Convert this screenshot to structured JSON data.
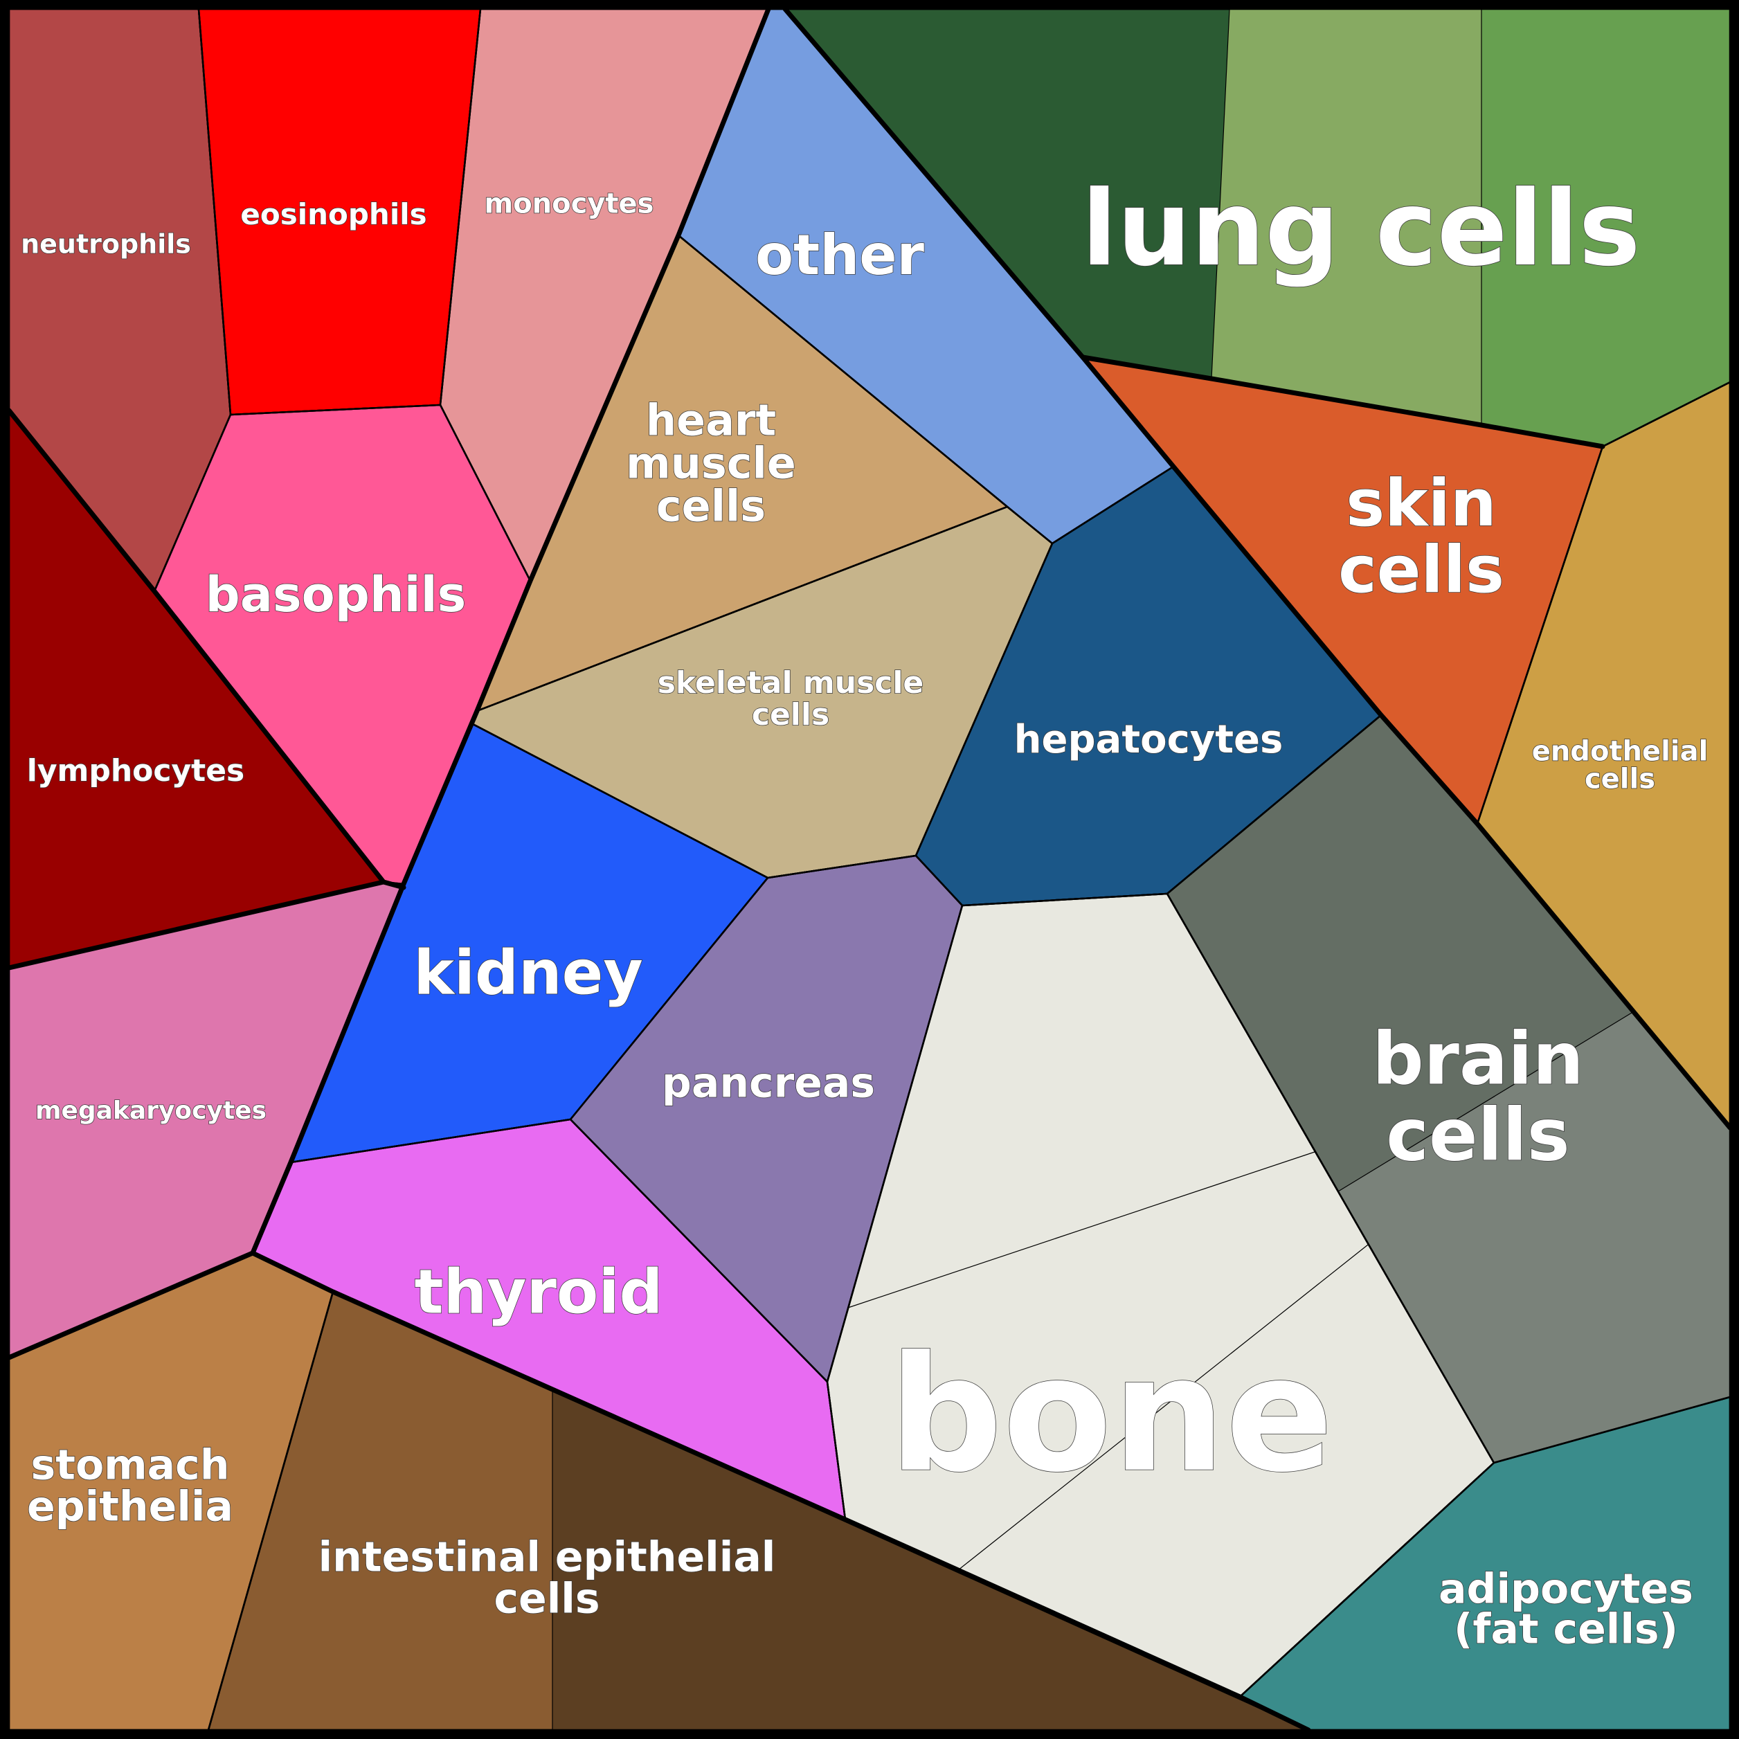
{
  "title": "Human cell types by count (Voronoi treemap)",
  "colors": {
    "border": "#000000",
    "text": "#ffffff"
  },
  "regions": [
    {
      "id": "neutrophils",
      "label": [
        "neutrophils"
      ],
      "color": "#b34747",
      "group": "blood"
    },
    {
      "id": "eosinophils",
      "label": [
        "eosinophils"
      ],
      "color": "#ff0000",
      "group": "blood"
    },
    {
      "id": "monocytes",
      "label": [
        "monocytes"
      ],
      "color": "#e69598",
      "group": "blood"
    },
    {
      "id": "basophils",
      "label": [
        "basophils"
      ],
      "color": "#ff5896",
      "group": "blood"
    },
    {
      "id": "lymphocytes",
      "label": [
        "lymphocytes"
      ],
      "color": "#990000",
      "group": "blood"
    },
    {
      "id": "megakaryocytes",
      "label": [
        "megakaryocytes"
      ],
      "color": "#de76ad",
      "group": "blood"
    },
    {
      "id": "other",
      "label": [
        "other"
      ],
      "color": "#769de0",
      "group": "organs"
    },
    {
      "id": "heart-muscle-cells",
      "label": [
        "heart",
        "muscle",
        "cells"
      ],
      "color": "#cca36f",
      "group": "organs"
    },
    {
      "id": "skeletal-muscle-cells",
      "label": [
        "skeletal muscle",
        "cells"
      ],
      "color": "#c6b48b",
      "group": "organs"
    },
    {
      "id": "hepatocytes",
      "label": [
        "hepatocytes"
      ],
      "color": "#1b5788",
      "group": "organs"
    },
    {
      "id": "kidney",
      "label": [
        "kidney"
      ],
      "color": "#225bfa",
      "group": "organs"
    },
    {
      "id": "pancreas",
      "label": [
        "pancreas"
      ],
      "color": "#8a78ae",
      "group": "organs"
    },
    {
      "id": "thyroid",
      "label": [
        "thyroid"
      ],
      "color": "#e86bf2",
      "group": "organs"
    },
    {
      "id": "bone",
      "label": [
        "bone"
      ],
      "color": "#e8e8e0",
      "group": "organs"
    },
    {
      "id": "brain-cells",
      "label": [
        "brain",
        "cells"
      ],
      "color": "#646e64",
      "group": "organs"
    },
    {
      "id": "lung-cells",
      "label": [
        "lung cells"
      ],
      "color": "#2b5b33",
      "group": "tissues"
    },
    {
      "id": "skin-cells",
      "label": [
        "skin",
        "cells"
      ],
      "color": "#da5c2b",
      "group": "tissues"
    },
    {
      "id": "endothelial-cells",
      "label": [
        "endothelial",
        "cells"
      ],
      "color": "#cd9f45",
      "group": "tissues"
    },
    {
      "id": "adipocytes",
      "label": [
        "adipocytes",
        "(fat cells)"
      ],
      "color": "#3a8c8b",
      "group": "tissues"
    },
    {
      "id": "stomach-epithelia",
      "label": [
        "stomach",
        "epithelia"
      ],
      "color": "#bb8047",
      "group": "gut"
    },
    {
      "id": "intestinal-epithelial-cells",
      "label": [
        "intestinal epithelial",
        "cells"
      ],
      "color": "#8a5c31",
      "group": "gut"
    }
  ],
  "sub_shades": {
    "lung-cells": [
      "#2b5b33",
      "#87aa62",
      "#67a050"
    ],
    "brain-cells": [
      "#646e64",
      "#7a827a"
    ],
    "intestinal-epithelial-cells": [
      "#8a5c31",
      "#5c3f22"
    ],
    "bone": [
      "#e8e8e0",
      "#e9e9e0",
      "#eaeadf"
    ]
  }
}
